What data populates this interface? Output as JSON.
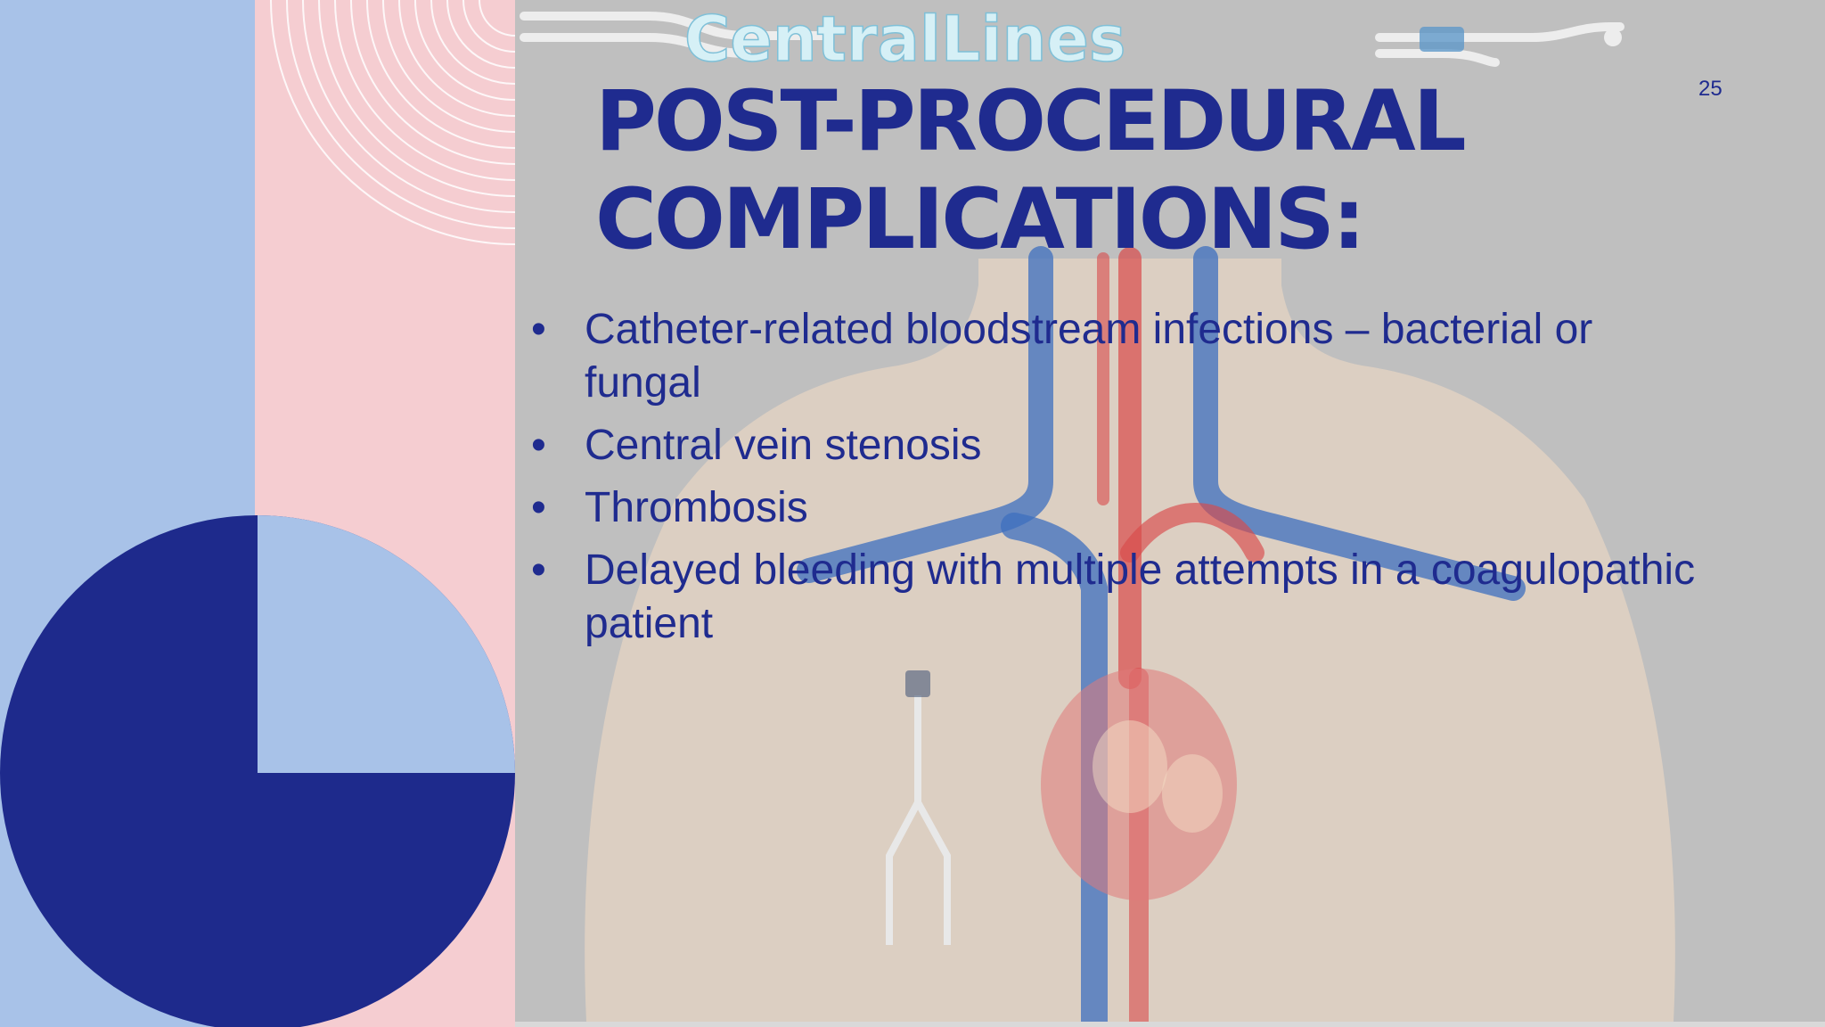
{
  "slide": {
    "title_lines": [
      "POST-PROCEDURAL",
      "COMPLICATIONS:"
    ],
    "page_number": "25",
    "logo_text": "CentralLines",
    "bullet_char": "•",
    "bullets": [
      "Catheter-related bloodstream infections – bacterial or fungal",
      "Central vein stenosis",
      "Thrombosis",
      "Delayed bleeding with multiple attempts in a coagulopathic patient"
    ]
  },
  "colors": {
    "accent_navy": "#1f2b8f",
    "light_blue": "#a8c2e8",
    "pink": "#f5cdd1",
    "content_gray": "#bfbfbf"
  }
}
